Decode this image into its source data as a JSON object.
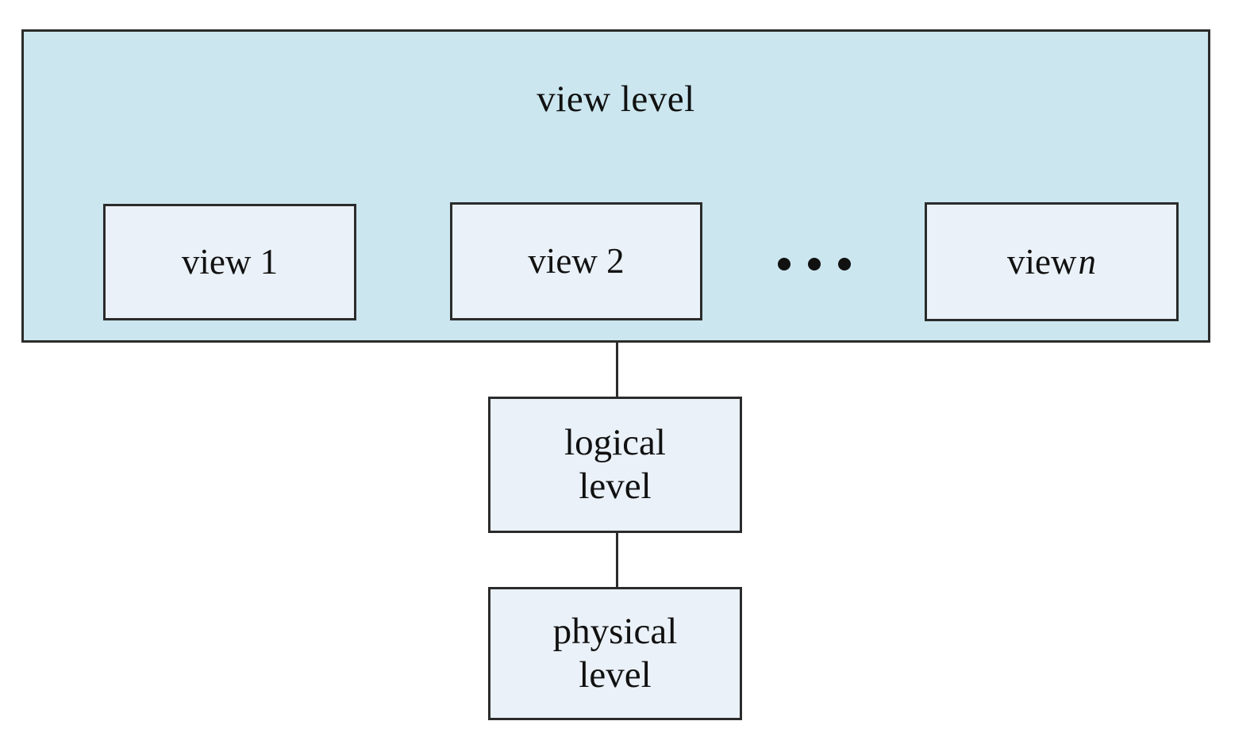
{
  "diagram": {
    "title": "view level",
    "colors": {
      "view_level_fill": "#cbe6ef",
      "box_fill": "#eaf1f8",
      "border": "#2b2b2b",
      "text": "#111111",
      "background": "#ffffff"
    },
    "view_level": {
      "label": "view level",
      "views": [
        {
          "label": "view 1",
          "name": "view",
          "index": "1"
        },
        {
          "label": "view 2",
          "name": "view",
          "index": "2"
        },
        {
          "label": "view n",
          "name": "view",
          "index": "n",
          "index_italic": true
        }
      ],
      "ellipsis": "• • •",
      "ellipsis_dot_count": 3
    },
    "levels": [
      {
        "id": "logical",
        "line1": "logical",
        "line2": "level"
      },
      {
        "id": "physical",
        "line1": "physical",
        "line2": "level"
      }
    ],
    "connectors": [
      {
        "from": "view level",
        "to": "logical level"
      },
      {
        "from": "logical level",
        "to": "physical level"
      }
    ]
  }
}
